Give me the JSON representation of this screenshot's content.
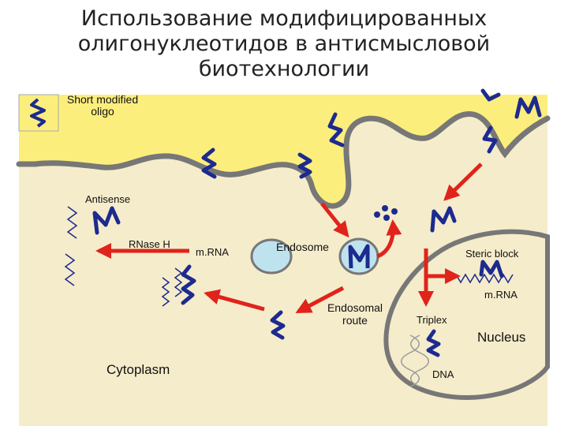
{
  "title": {
    "line1": "Использование модифицированных",
    "line2": "олигонуклеотидов в антисмысловой",
    "line3": "биотехнологии"
  },
  "labels": {
    "short_modified_line1": "Short modified",
    "short_modified_line2": "oligo",
    "antisense": "Antisense",
    "rnase_h": "RNase H",
    "mrna_left": "m.RNA",
    "endosome": "Endosome",
    "steric_block": "Steric block",
    "mrna_right": "m.RNA",
    "endosomal_route_line1": "Endosomal",
    "endosomal_route_line2": "route",
    "triplex": "Triplex",
    "nucleus": "Nucleus",
    "cytoplasm": "Cytoplasm",
    "dna": "DNA"
  },
  "colors": {
    "cytoplasm": "#f5eccb",
    "membrane_outside": "#fbee7c",
    "membrane": "#777777",
    "oligo": "#1d2a8f",
    "arrow": "#e0231b",
    "endosome": "#bfe3ee"
  }
}
